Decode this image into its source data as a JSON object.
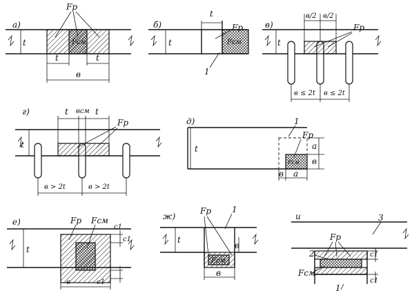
{
  "panels": {
    "a": {
      "tag": "а)",
      "fp": "Fp",
      "fcm": "Fсм",
      "t": "t",
      "t1": "t",
      "t2": "t",
      "b": "в"
    },
    "b": {
      "tag": "б)",
      "fp": "Fp",
      "fcm": "Fсм",
      "t": "t",
      "t_top": "t",
      "mark": "1"
    },
    "v": {
      "tag": "в)",
      "fp": "Fp",
      "t": "t",
      "half1": "в/2",
      "half2": "в/2",
      "span1": "в ≤ 2t",
      "span2": "в ≤ 2t"
    },
    "g": {
      "tag": "г)",
      "fp": "Fp",
      "t": "t",
      "t1": "t",
      "t2": "t",
      "bcm": "всм",
      "span1": "в > 2t",
      "span2": "в > 2t"
    },
    "d": {
      "tag": "д)",
      "fp": "Fp",
      "fcm": "Fсм",
      "t": "t",
      "mark": "1",
      "a1": "a",
      "b1": "в",
      "b2": "в",
      "a2": "a"
    },
    "e": {
      "tag": "е)",
      "fp": "Fp",
      "fcm": "Fсм",
      "t": "t",
      "c1": "c1",
      "c2": "c1",
      "b": "в",
      "c3": "c1"
    },
    "zh": {
      "tag": "ж)",
      "fp": "Fp",
      "fcm": "Fсм",
      "t": "t",
      "b_side": "в",
      "b_bottom": "в",
      "mark": "1"
    },
    "i": {
      "tag": "и",
      "fp": "Fp",
      "fcm": "Fсм",
      "mark3": "3",
      "mark2": "2",
      "mark1": "1",
      "c1": "c1",
      "c2": "c1"
    }
  }
}
